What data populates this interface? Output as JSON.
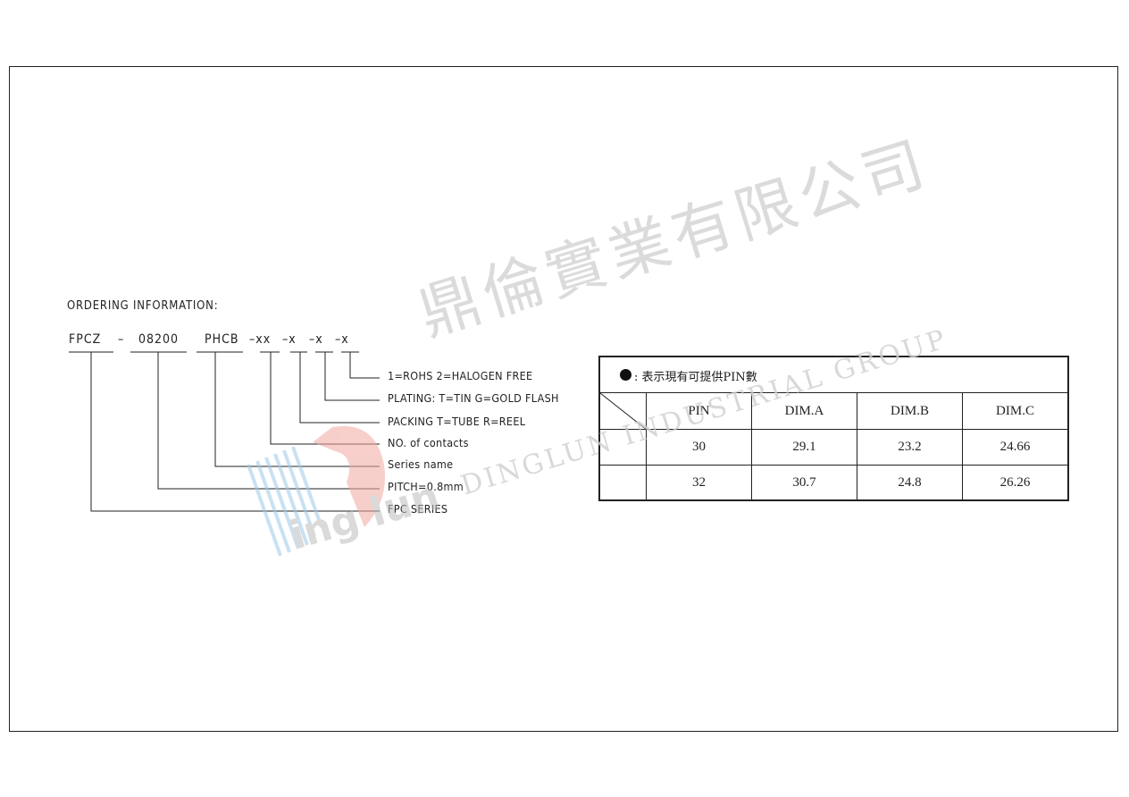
{
  "ordering": {
    "title": "ORDERING INFORMATION:",
    "code": {
      "part1": "FPCZ",
      "dash1": "–",
      "part2": "08200",
      "part3": "PHCB",
      "part4": "–xx",
      "part5": "–x",
      "part6": "–x",
      "part7": "–x"
    },
    "legend": [
      "1=ROHS 2=HALOGEN FREE",
      "PLATING: T=TIN G=GOLD FLASH",
      "PACKING T=TUBE R=REEL",
      "NO. of contacts",
      "Series name",
      "PITCH=0.8mm",
      "FPC SERIES"
    ]
  },
  "pin_table": {
    "note": ": 表示現有可提供PIN數",
    "columns": [
      "PIN",
      "DIM.A",
      "DIM.B",
      "DIM.C"
    ],
    "rows": [
      [
        "30",
        "29.1",
        "23.2",
        "24.66"
      ],
      [
        "32",
        "30.7",
        "24.8",
        "26.26"
      ]
    ]
  },
  "watermark": {
    "chinese": "鼎倫實業有限公司",
    "english": "DINGLUN INDUSTRIAL GROUP",
    "logo": "ing lun",
    "colors": {
      "blue": "#9ec9e8",
      "red": "#f2a8a0",
      "gray": "#c8c8c8"
    }
  }
}
